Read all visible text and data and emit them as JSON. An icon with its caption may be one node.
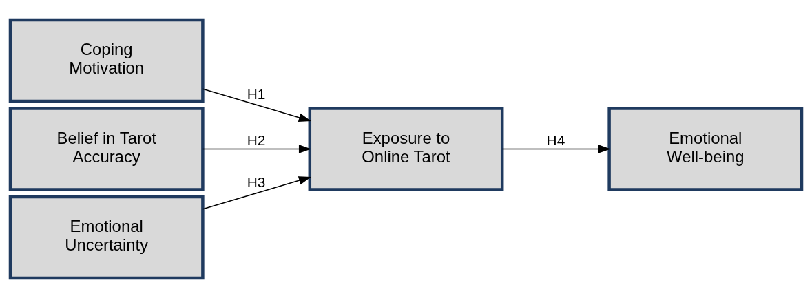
{
  "diagram": {
    "nodes": [
      {
        "text": [
          "Coping Motivation"
        ]
      },
      {
        "text": [
          "Belief in Tarot Accuracy"
        ]
      },
      {
        "text": [
          "Emotional Uncertainty"
        ]
      },
      {
        "text": [
          "Exposure to Online Tarot"
        ]
      },
      {
        "text": [
          "Emotional Well-being"
        ]
      }
    ],
    "edges": [
      {
        "from": 0,
        "to": 3,
        "arrow": "to",
        "label": "H1"
      },
      {
        "from": 1,
        "to": 3,
        "arrow": "to",
        "label": "H2"
      },
      {
        "from": 2,
        "to": 3,
        "arrow": "to",
        "label": "H3"
      },
      {
        "from": 3,
        "to": 4,
        "arrow": "to",
        "label": "H4"
      }
    ]
  }
}
